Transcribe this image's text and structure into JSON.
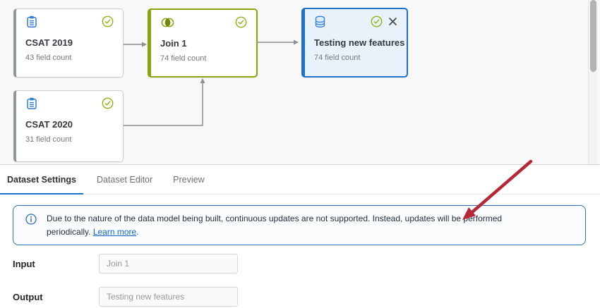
{
  "canvas": {
    "nodes": [
      {
        "title": "CSAT 2019",
        "subtitle": "43 field count",
        "icon": "clipboard-icon",
        "status": "valid"
      },
      {
        "title": "Join 1",
        "subtitle": "74 field count",
        "icon": "venn-join-icon",
        "status": "valid",
        "selected_accent": "#87a50f"
      },
      {
        "title": "Testing new features",
        "subtitle": "74 field count",
        "icon": "database-icon",
        "status": "valid",
        "closable": true,
        "selected_accent": "#1d71c6"
      },
      {
        "title": "CSAT 2020",
        "subtitle": "31 field count",
        "icon": "clipboard-icon",
        "status": "valid"
      }
    ]
  },
  "panel": {
    "tabs": [
      {
        "label": "Dataset Settings",
        "active": true
      },
      {
        "label": "Dataset Editor",
        "active": false
      },
      {
        "label": "Preview",
        "active": false
      }
    ],
    "banner": {
      "line1": "Due to the nature of the data model being built, continuous updates are not supported. Instead, updates will be performed",
      "line2_prefix": "periodically. ",
      "link_label": "Learn more",
      "suffix": "."
    },
    "fields": [
      {
        "label": "Input",
        "value": "Join 1"
      },
      {
        "label": "Output",
        "value": "Testing new features"
      }
    ]
  },
  "colors": {
    "node_accent_gray": "#8f979e",
    "node_accent_olive": "#87a50f",
    "node_accent_blue": "#1d71c6",
    "node_selected_bg": "#e9f2fb",
    "status_check_green": "#8db412",
    "icon_blue": "#2f7cd3",
    "connector_gray": "#8a9096",
    "tab_underline_blue": "#1a74c9",
    "banner_border_blue": "#2e6fb8",
    "link_blue": "#0f62d0",
    "annotation_red": "#b42837"
  }
}
